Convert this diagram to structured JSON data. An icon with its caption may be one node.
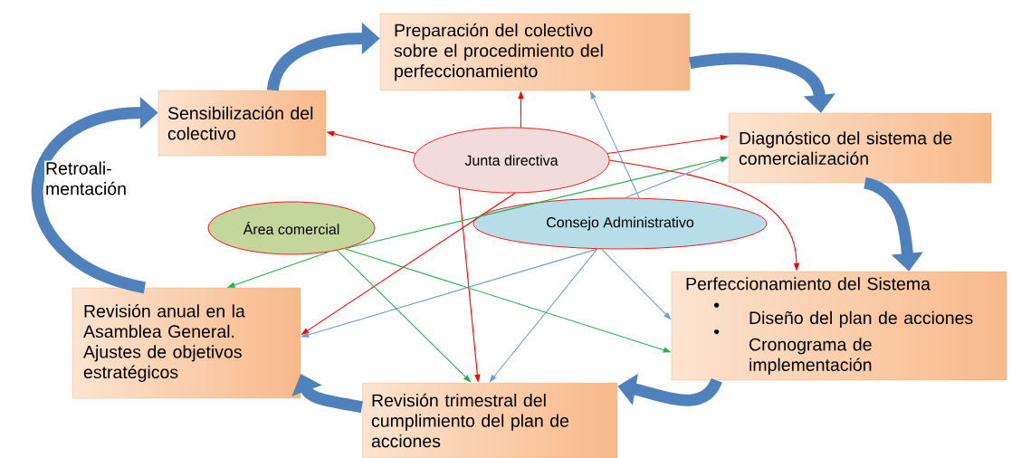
{
  "diagram": {
    "nodes": [
      {
        "text": [
          "Preparación del colectivo sobre el procedimiento del perfeccionamiento"
        ]
      },
      {
        "text": [
          "Sensibilización del colectivo"
        ]
      },
      {
        "text": [
          "Diagnóstico del sistema de comercialización"
        ]
      },
      {
        "text": [
          "Junta directiva"
        ]
      },
      {
        "text": [
          "Área comercial"
        ]
      },
      {
        "text": [
          "Consejo Administrativo"
        ]
      },
      {
        "text": [
          "Revisión anual en la Asamblea General. Ajustes de objetivos estratégicos"
        ]
      },
      {
        "text": [
          "Perfeccionamiento del Sistema",
          "Diseño del plan de acciones",
          "Cronograma de implementación"
        ]
      },
      {
        "text": [
          "Revisión trimestral del cumplimiento del plan de acciones"
        ]
      }
    ],
    "edges": [
      {
        "from": 1,
        "to": 0,
        "arrow": "to",
        "style": "thick",
        "color": "#4f81bd"
      },
      {
        "from": 0,
        "to": 2,
        "arrow": "to",
        "style": "thick",
        "color": "#4f81bd"
      },
      {
        "from": 2,
        "to": 7,
        "arrow": "to",
        "style": "thick",
        "color": "#4f81bd"
      },
      {
        "from": 7,
        "to": 8,
        "arrow": "to",
        "style": "thick",
        "color": "#4f81bd"
      },
      {
        "from": 8,
        "to": 6,
        "arrow": "to",
        "style": "thick",
        "color": "#4f81bd"
      },
      {
        "from": 6,
        "to": 1,
        "arrow": "to",
        "style": "thick",
        "color": "#4f81bd",
        "label": "Retroali- mentación"
      },
      {
        "from": 3,
        "to": 1,
        "arrow": "to",
        "color": "#ff0000"
      },
      {
        "from": 3,
        "to": 0,
        "arrow": "to",
        "color": "#ff0000"
      },
      {
        "from": 3,
        "to": 2,
        "arrow": "to",
        "color": "#ff0000"
      },
      {
        "from": 3,
        "to": 6,
        "arrow": "to",
        "color": "#ff0000"
      },
      {
        "from": 3,
        "to": 8,
        "arrow": "to",
        "color": "#ff0000"
      },
      {
        "from": 3,
        "to": 7,
        "arrow": "to",
        "color": "#ff0000"
      },
      {
        "from": 5,
        "to": 0,
        "arrow": "to",
        "color": "#6f9bd6"
      },
      {
        "from": 5,
        "to": 2,
        "arrow": "to",
        "color": "#6f9bd6"
      },
      {
        "from": 5,
        "to": 6,
        "arrow": "to",
        "color": "#6f9bd6"
      },
      {
        "from": 5,
        "to": 8,
        "arrow": "to",
        "color": "#6f9bd6"
      },
      {
        "from": 5,
        "to": 7,
        "arrow": "to",
        "color": "#6f9bd6"
      },
      {
        "from": 4,
        "to": 6,
        "arrow": "to",
        "color": "#22b14c"
      },
      {
        "from": 4,
        "to": 2,
        "arrow": "to",
        "color": "#22b14c"
      },
      {
        "from": 4,
        "to": 8,
        "arrow": "to",
        "color": "#22b14c"
      },
      {
        "from": 4,
        "to": 7,
        "arrow": "to",
        "color": "#22b14c"
      }
    ]
  }
}
